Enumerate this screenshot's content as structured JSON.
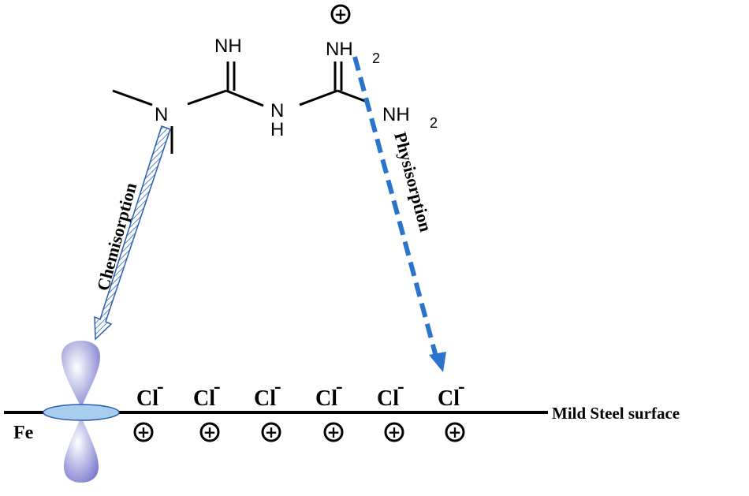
{
  "molecule": {
    "n_amine": "N",
    "imine1": "NH",
    "bridge_n": "N",
    "bridge_h": "H",
    "imine2": "NH",
    "imine2_sub": "2",
    "amine": "NH",
    "amine_sub": "2",
    "charge": "+"
  },
  "labels": {
    "chemisorption": "Chemisorption",
    "physisorption": "Physisorption",
    "fe": "Fe",
    "surface": "Mild Steel surface"
  },
  "ions": [
    {
      "anion": "Cl",
      "anion_charge": "-",
      "cation": "+"
    },
    {
      "anion": "Cl",
      "anion_charge": "-",
      "cation": "+"
    },
    {
      "anion": "Cl",
      "anion_charge": "-",
      "cation": "+"
    },
    {
      "anion": "Cl",
      "anion_charge": "-",
      "cation": "+"
    },
    {
      "anion": "Cl",
      "anion_charge": "-",
      "cation": "+"
    },
    {
      "anion": "Cl",
      "anion_charge": "-",
      "cation": "+"
    }
  ],
  "colors": {
    "arrow_blue": "#2a74cc",
    "orbital": "#8f8fd8",
    "orbital_disc": "#a9cdef"
  }
}
